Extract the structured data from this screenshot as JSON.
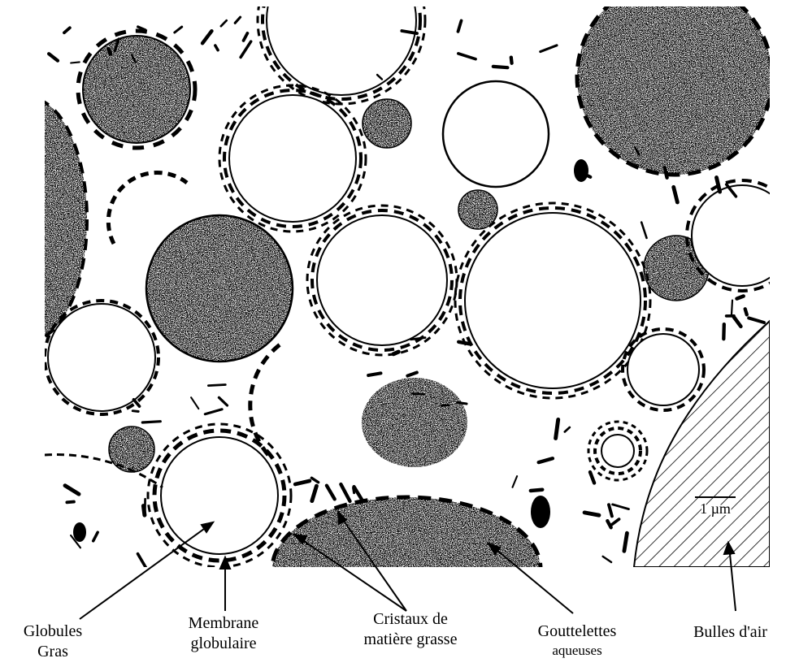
{
  "scale_bar": "1 µm",
  "labels": {
    "fat_globules": {
      "line1": "Globules",
      "line2": "Gras"
    },
    "membrane": {
      "line1": "Membrane",
      "line2": "globulaire"
    },
    "fat_crystals": {
      "line1": "Cristaux de",
      "line2": "matière grasse"
    },
    "droplets": {
      "line1": "Gouttelettes",
      "line2": "aqueuses"
    },
    "air_bubbles": {
      "line1": "Bulles d'air"
    }
  },
  "colors": {
    "ink": "#000000",
    "paper": "#ffffff",
    "crystal_tint": "#e0a020"
  }
}
